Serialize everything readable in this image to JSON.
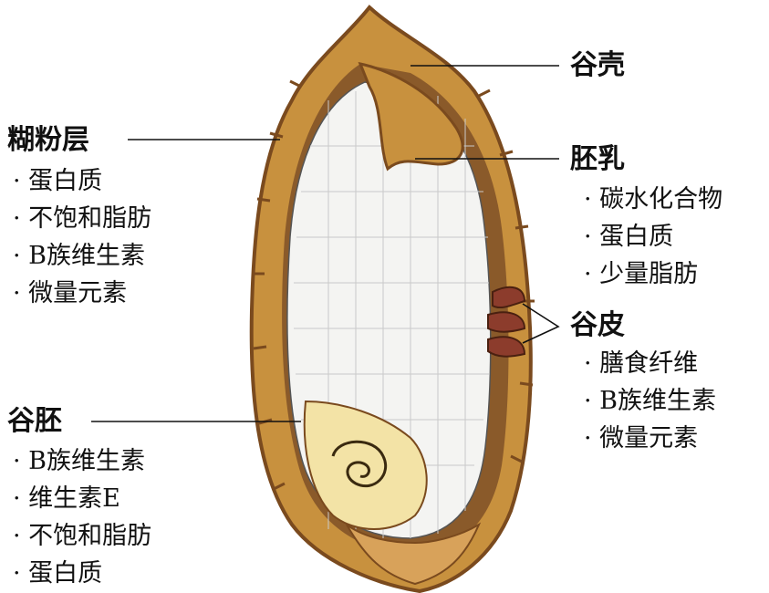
{
  "labels": {
    "husk": "谷壳",
    "endosperm": "胚乳",
    "aleurone": "糊粉层",
    "bran": "谷皮",
    "germ": "谷胚"
  },
  "lists": {
    "aleurone": [
      "蛋白质",
      "不饱和脂肪",
      "B族维生素",
      "微量元素"
    ],
    "endosperm": [
      "碳水化合物",
      "蛋白质",
      "少量脂肪"
    ],
    "bran": [
      "膳食纤维",
      "B族维生素",
      "微量元素"
    ],
    "germ": [
      "B族维生素",
      "维生素E",
      "不饱和脂肪",
      "蛋白质"
    ]
  },
  "colors": {
    "husk": "#c8913e",
    "husk_dark": "#7a4a1e",
    "endosperm": "#f4f4f2",
    "germ": "#f3e3a6",
    "bran": "#8c3c2c"
  }
}
